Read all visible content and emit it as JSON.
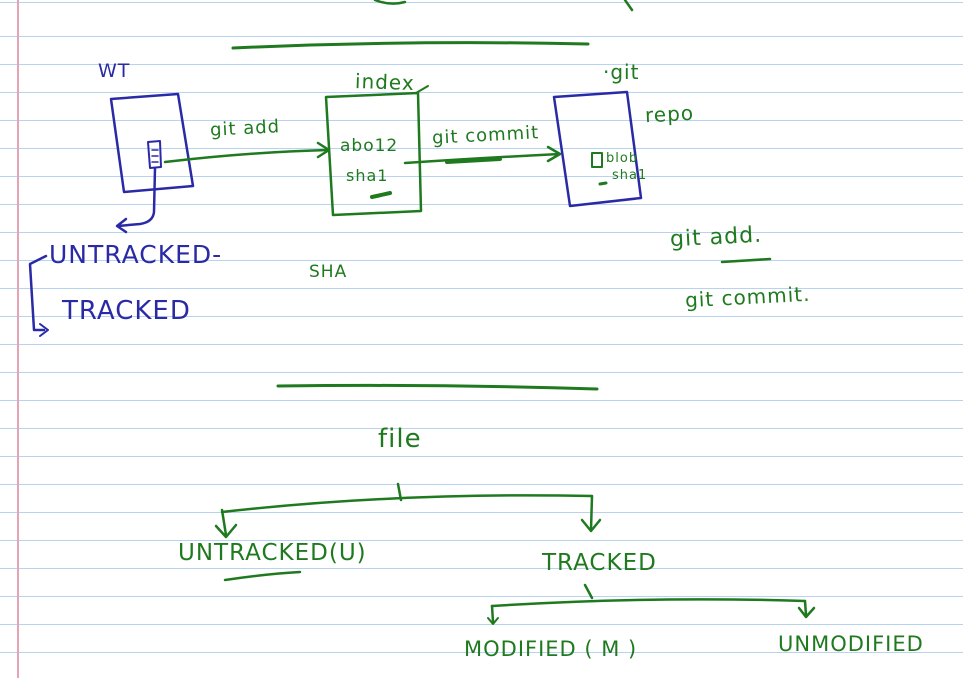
{
  "colors": {
    "ink_green": "#1f7a1f",
    "ink_blue": "#2a2aa6",
    "rule_line": "#b8d3ef",
    "margin_line": "#e7a3b6"
  },
  "top_diagram": {
    "wt_label": "WT",
    "index_label": "index",
    "git_label": "·git",
    "repo_label": "repo",
    "arrow_add_label": "git add",
    "arrow_commit_label": "git commit",
    "index_content_1": "abo12",
    "index_content_2": "sha1",
    "blob_label": "blob",
    "blob_sha": "sha1",
    "state_untracked": "UNTRACKED-",
    "state_tracked": "TRACKED",
    "sha_label": "SHA",
    "cmd_add": "git add.",
    "cmd_commit": "git commit."
  },
  "tree": {
    "root": "file",
    "left": "UNTRACKED(U)",
    "right": "TRACKED",
    "right_left": "MODIFIED ( M )",
    "right_right": "UNMODIFIED"
  }
}
